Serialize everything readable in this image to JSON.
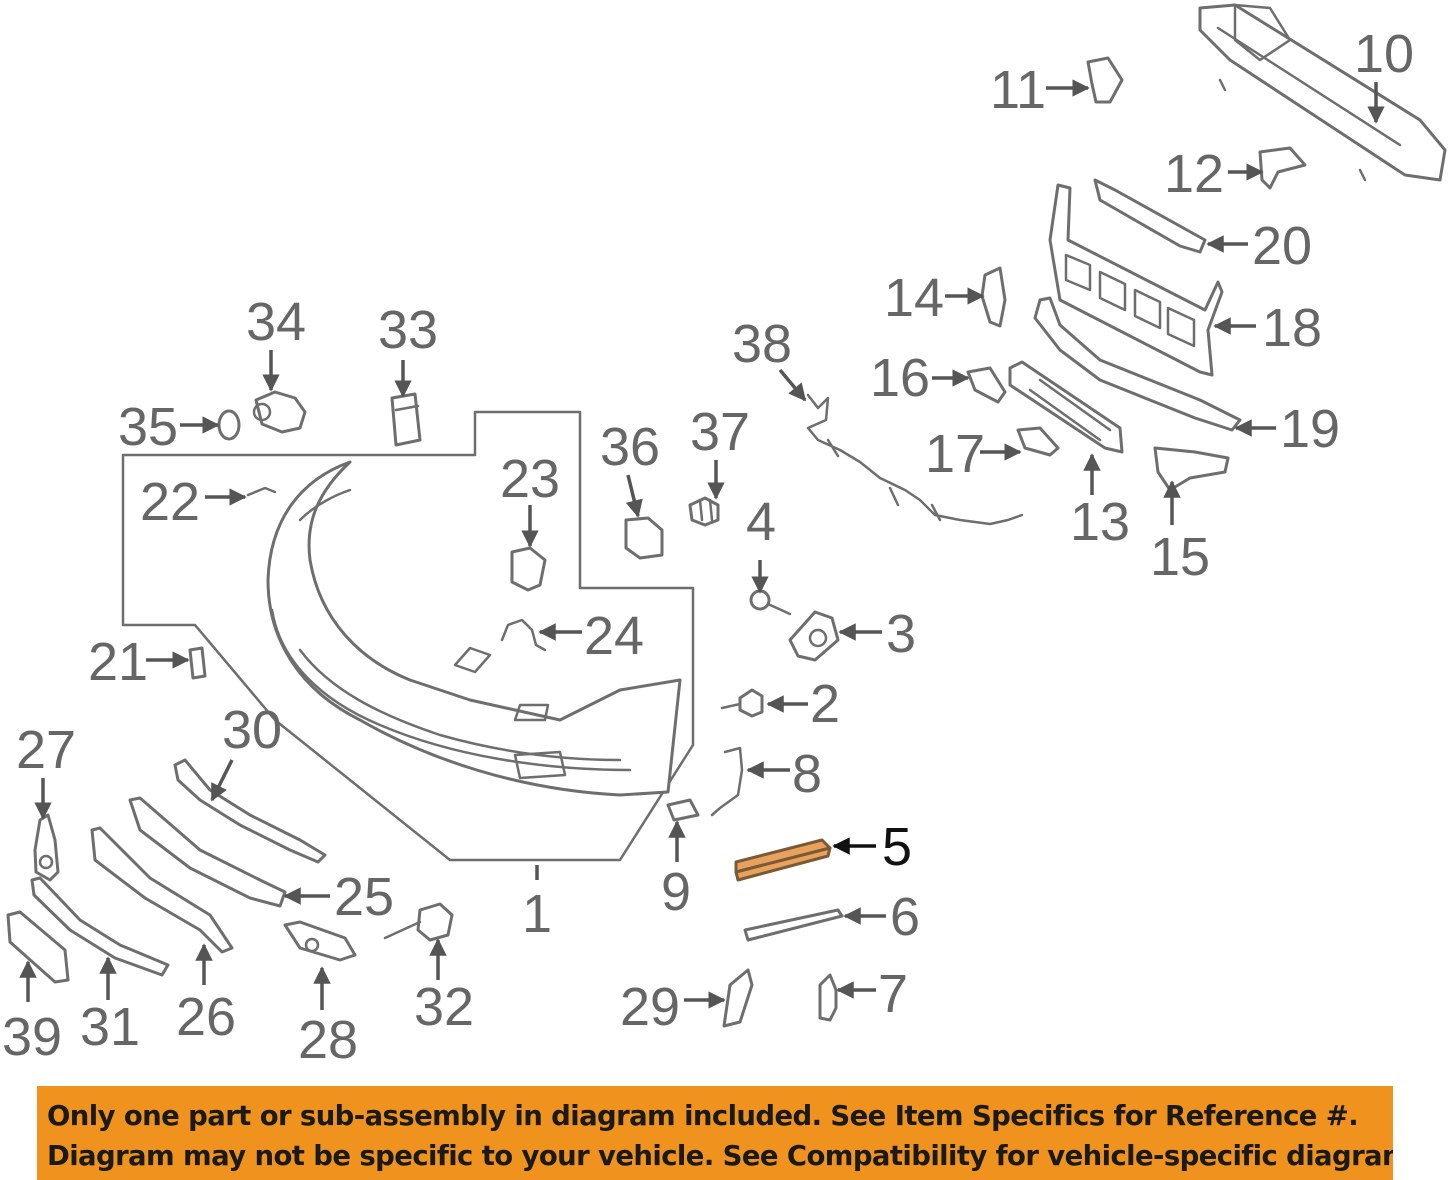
{
  "diagram": {
    "callouts": [
      "1",
      "2",
      "3",
      "4",
      "5",
      "6",
      "7",
      "8",
      "9",
      "10",
      "11",
      "12",
      "13",
      "14",
      "15",
      "16",
      "17",
      "18",
      "19",
      "20",
      "21",
      "22",
      "23",
      "24",
      "25",
      "26",
      "27",
      "28",
      "29",
      "30",
      "31",
      "32",
      "33",
      "34",
      "35",
      "36",
      "37",
      "38",
      "39"
    ],
    "highlighted_part": "5",
    "colors": {
      "line": "#6e6e6e",
      "highlight_fill": "#e8a25e",
      "notice_bg": "#f0931e",
      "notice_text": "#1a1a1a"
    }
  },
  "notice": {
    "line1": "Only one part or sub-assembly in diagram included. See Item Specifics for Reference #.",
    "line2": "Diagram may not be specific to your vehicle. See Compatibility for vehicle-specific diagrams."
  }
}
